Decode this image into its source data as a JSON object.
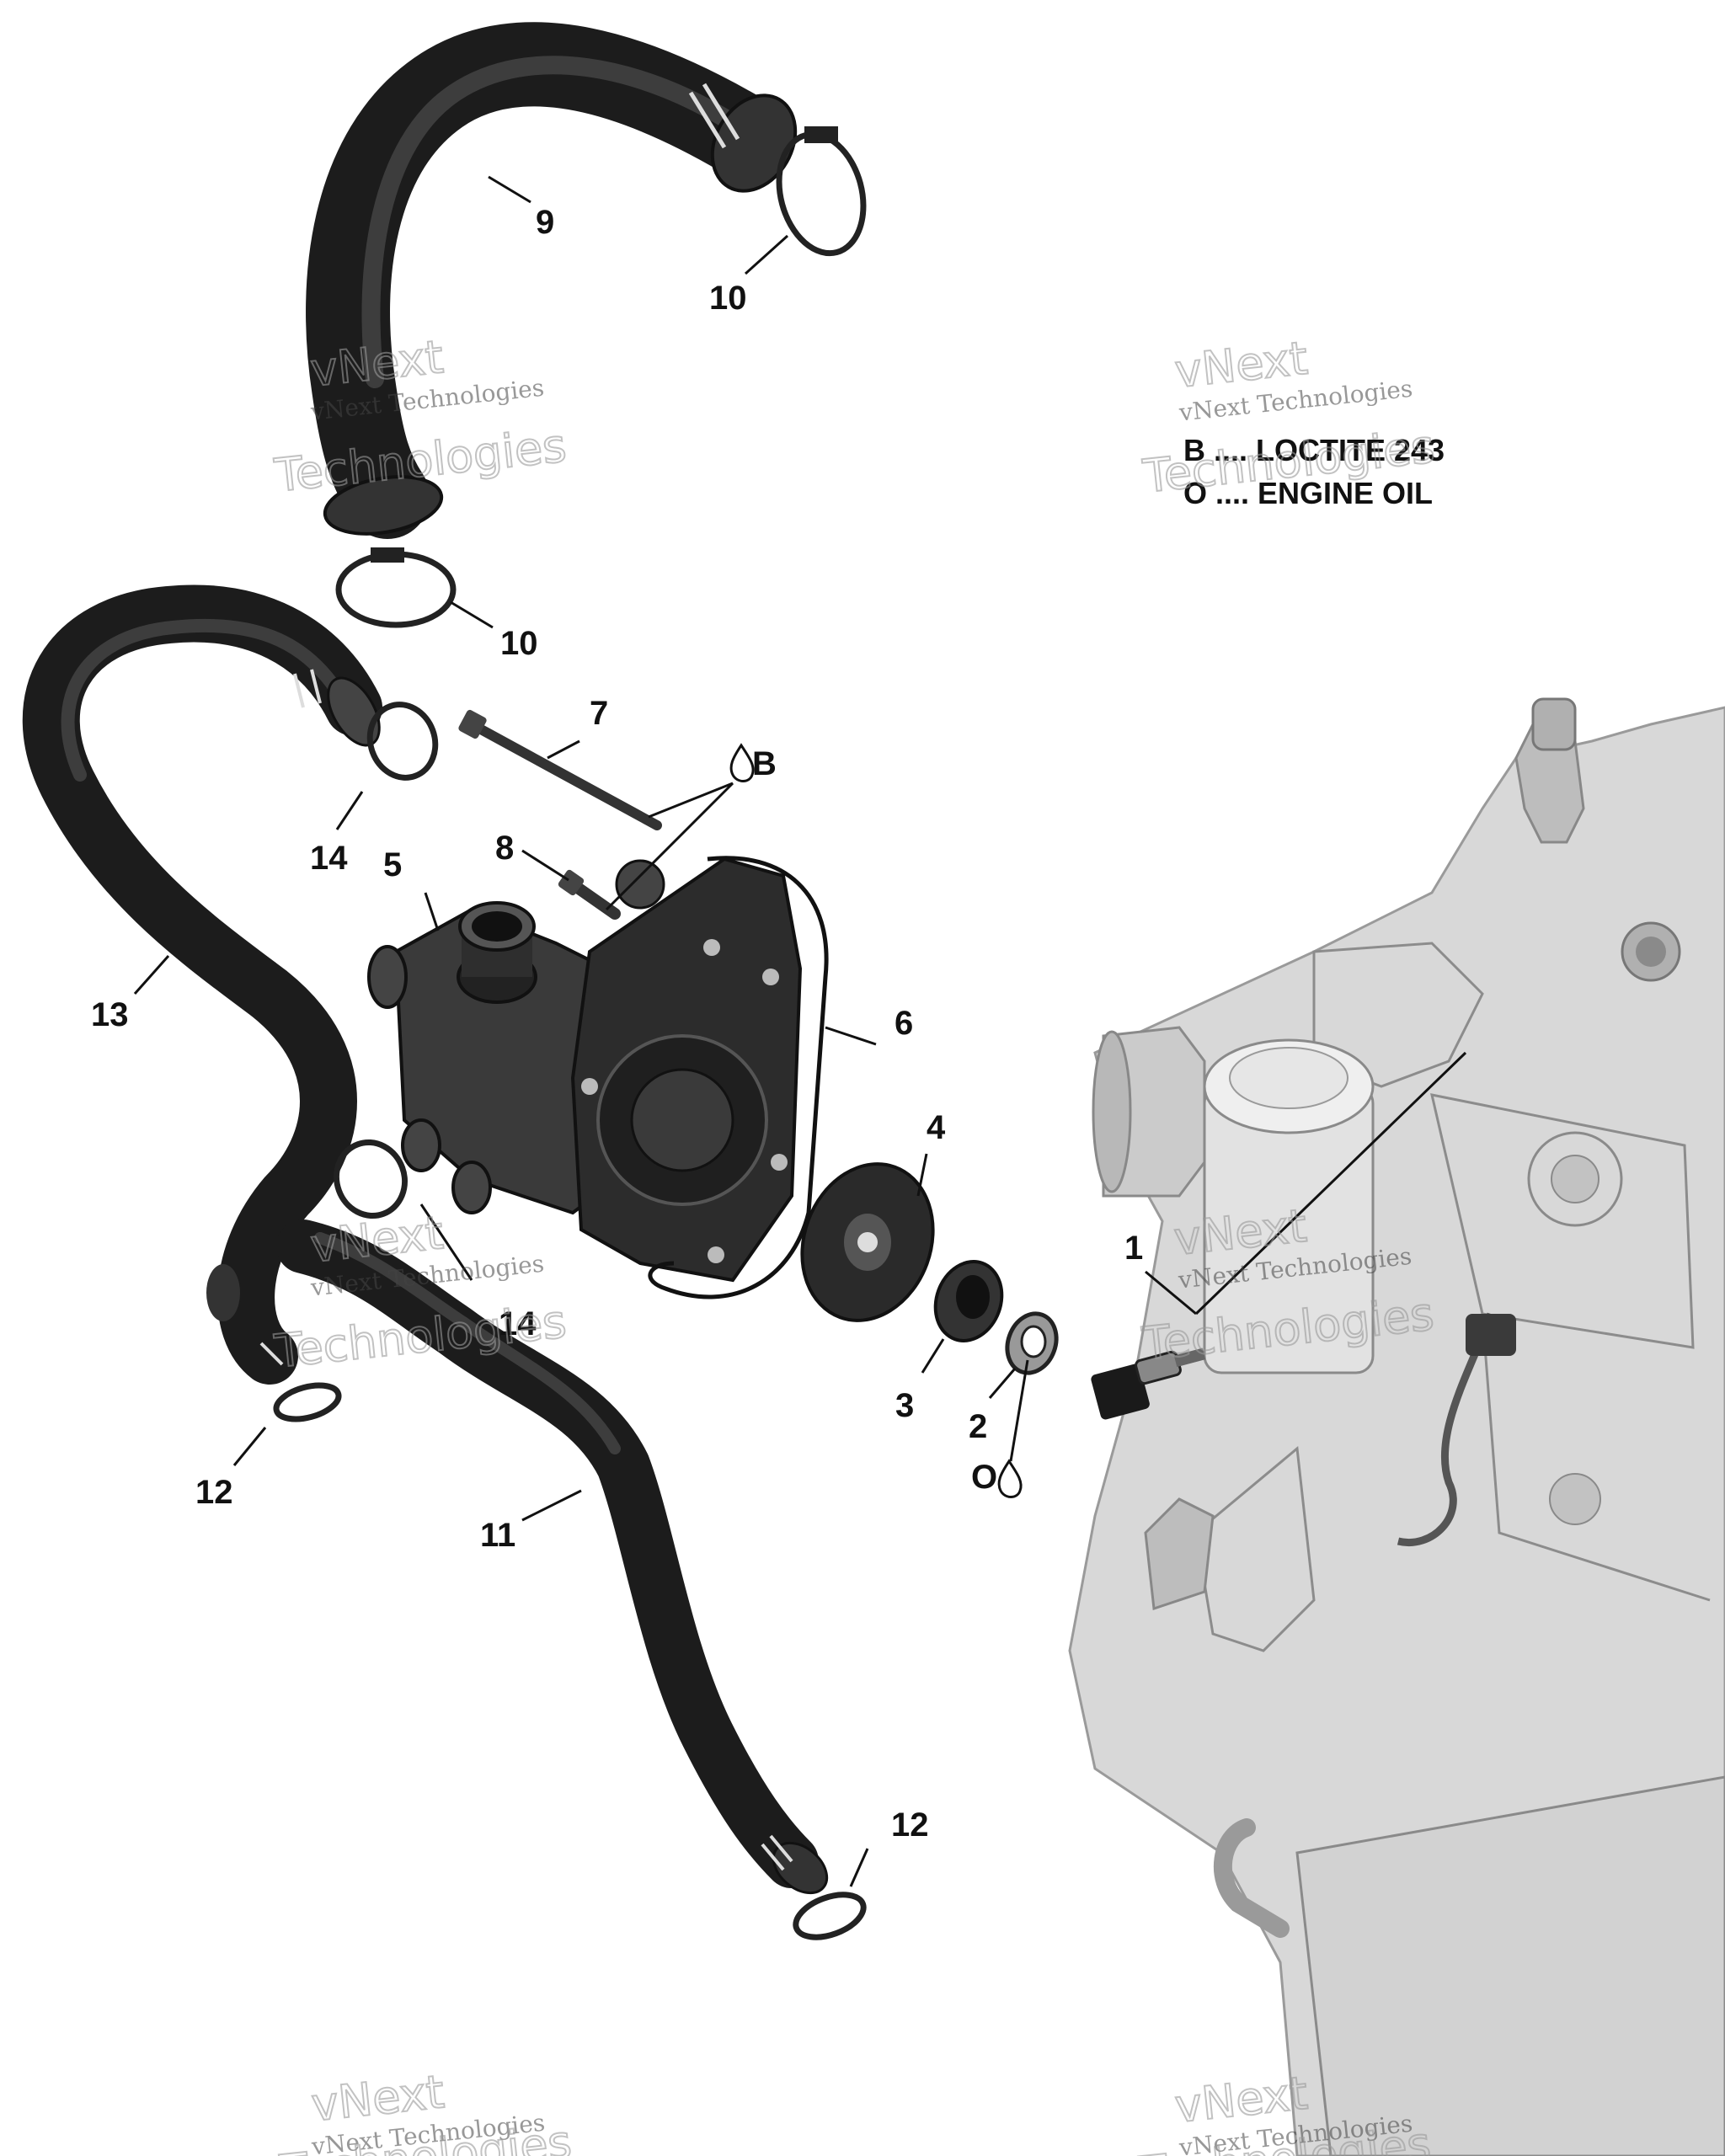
{
  "legend": {
    "line1": "B .... LOCTITE 243",
    "line2": "O .... ENGINE OIL"
  },
  "symbols": {
    "loctite": "B",
    "oil": "O"
  },
  "callouts": {
    "c1": "1",
    "c2": "2",
    "c3": "3",
    "c4": "4",
    "c5": "5",
    "c6": "6",
    "c7": "7",
    "c8": "8",
    "c9": "9",
    "c10a": "10",
    "c10b": "10",
    "c11": "11",
    "c12a": "12",
    "c12b": "12",
    "c13": "13",
    "c14a": "14",
    "c14b": "14"
  },
  "watermark": {
    "line_small": "vNext Technologies",
    "line_big_1": "vNext",
    "line_big_2": "Technologies"
  },
  "colors": {
    "hose": "#1c1c1c",
    "engine": "#c9c9c9",
    "ink": "#111111"
  }
}
